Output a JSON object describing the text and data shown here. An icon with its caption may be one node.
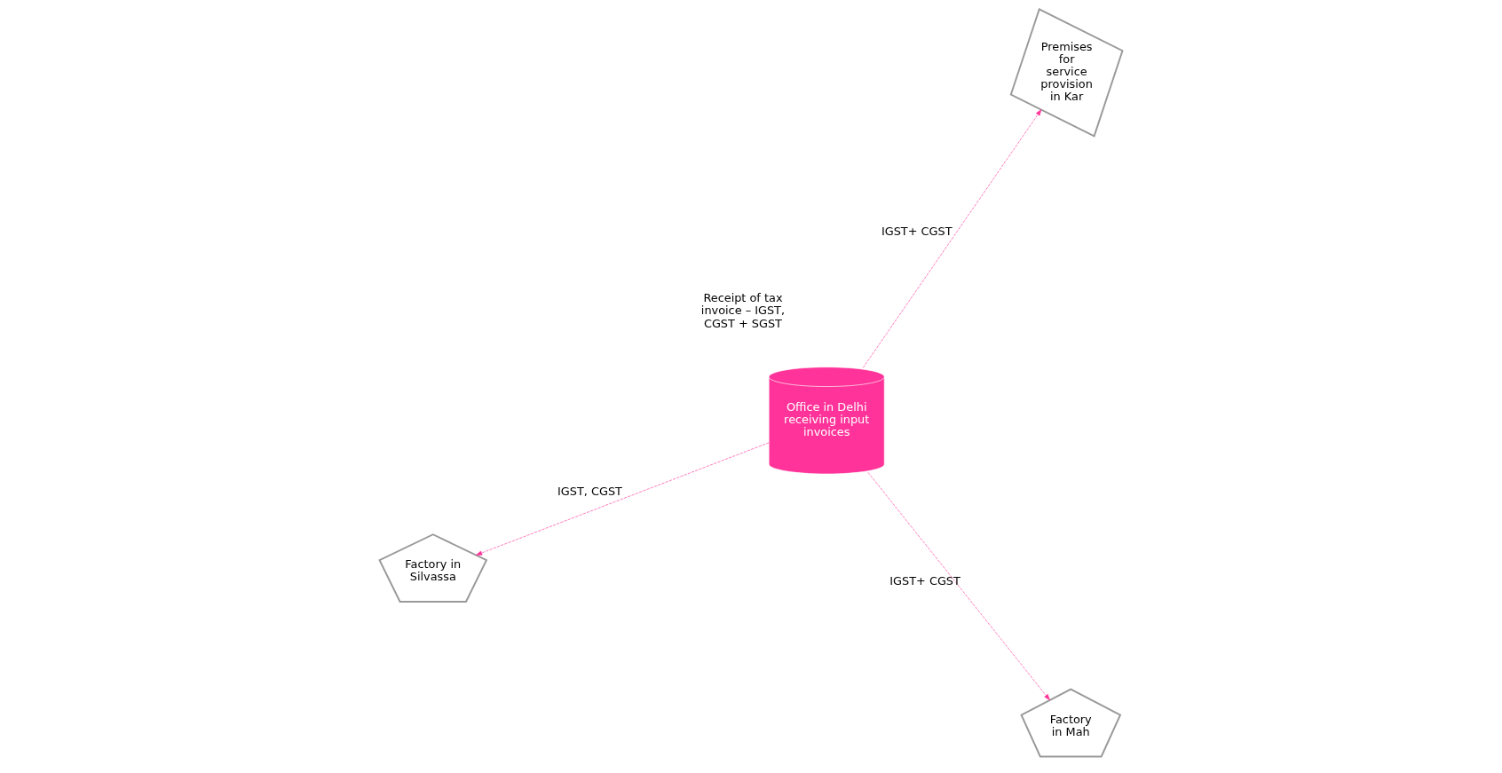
{
  "diagram": {
    "nodes": [
      {
        "text": [
          "Factory in Silvassa"
        ]
      },
      {
        "text": [
          "Factory in Mah"
        ]
      },
      {
        "text": [
          "Office in Delhi receiving input invoices"
        ],
        "beside": [
          "Receipt of tax invoice – IGST, CGST + SGST"
        ]
      },
      {
        "text": [
          "Premises for service provision in Kar"
        ]
      }
    ],
    "edges": [
      {
        "from": 2,
        "to": 0,
        "arrow": "to",
        "label": "IGST, CGST",
        "style": "dashed",
        "color": "#ff3399"
      },
      {
        "from": 2,
        "to": 1,
        "arrow": "to",
        "label": "IGST+ CGST",
        "style": "dashed",
        "color": "#ff3399"
      },
      {
        "from": 2,
        "to": 3,
        "arrow": "to",
        "label": "IGST+ CGST",
        "style": "dashed",
        "color": "#ff3399"
      }
    ]
  }
}
